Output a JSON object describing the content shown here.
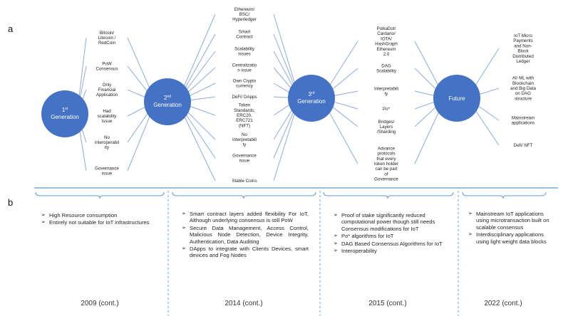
{
  "panel_a": "a",
  "panel_b": "b",
  "generations": [
    {
      "title_parts": [
        "1",
        "st",
        "Generation"
      ],
      "branches": [
        [
          "Bitcoin/",
          "Litecoin /",
          "RedCoin"
        ],
        [
          "PoW",
          "Consensus"
        ],
        [
          "Only",
          "Financial",
          "Application"
        ],
        [
          "Had",
          "scalability",
          "issue"
        ],
        [
          "No",
          "interoperabil",
          "ity"
        ],
        [
          "Governance",
          "issue"
        ]
      ]
    },
    {
      "title_parts": [
        "2",
        "nd",
        "Generation"
      ],
      "branches": [
        [
          "Ethereum/",
          "BSC/",
          "Hyperledger"
        ],
        [
          "Smart",
          "Contract"
        ],
        [
          "Scalability",
          "issues"
        ],
        [
          "Centralizatio",
          "n issue"
        ],
        [
          "Own Crypto",
          "currency"
        ],
        [
          "DeFi/ DApps"
        ],
        [
          "Token",
          "Standards,",
          "ERC20,",
          "ERC721",
          "(NFT)"
        ],
        [
          "No",
          "Interpretabili",
          "ty"
        ],
        [
          "Governance",
          "issue"
        ],
        [
          "Stable Coins"
        ]
      ]
    },
    {
      "title_parts": [
        "3",
        "rd",
        "Generation"
      ],
      "branches": [
        [
          "PolkaDot/",
          "Cardano/",
          "IOTA/",
          "HashGraph",
          "Ethereum",
          "2.0"
        ],
        [
          "DAG",
          "Scalability"
        ],
        [
          "Interpretabili",
          "ty"
        ],
        [
          "Po*"
        ],
        [
          "Bridges/",
          "Layers",
          "/Sharding"
        ],
        [
          "Advance",
          "protocols",
          "that every",
          "token holder",
          "can be part",
          "of",
          "Governance"
        ]
      ]
    },
    {
      "title_parts": [
        "Future",
        "",
        ""
      ],
      "branches": [
        [
          "IoT Micro",
          "Payments",
          "and Non-",
          "Block",
          "Distributed",
          "Ledger"
        ],
        [
          "AI/ ML with",
          "Blockchain",
          "and Big Data",
          "on DAG",
          "structure"
        ],
        [
          "Mainstream",
          "applications"
        ],
        [
          "Defi/ NFT"
        ]
      ]
    }
  ],
  "eras": [
    {
      "year": "2009 (cont.)",
      "items": [
        "High Resource consumption",
        "Entirely not suitable for IoT infrastructures"
      ]
    },
    {
      "year": "2014 (cont.)",
      "items": [
        "Smart contract layers added flexibility For IoT, Although underlying consensus is still PoW",
        "Secure Data Management, Access Control, Malicious Node Detection, Device Integrity, Authentication, Data Auditing",
        "DApps to integrate with Clients Devices, smart devices and Fog Nodes"
      ]
    },
    {
      "year": "2015 (cont.)",
      "items": [
        "Proof of stake significantly reduced computational power though still needs Consensus modifications for IoT",
        "Po* algorithms for IoT",
        "DAG Based Consensus Algorithms for IoT",
        "Interoperability"
      ]
    },
    {
      "year": "2022 (cont.)",
      "items": [
        "Mainstream IoT applications using microtransaction built on scalable consensus",
        "Interdisciplinary applications using light weight data blocks"
      ]
    }
  ],
  "colors": {
    "node": "#4472C4",
    "line": "#8FAADC",
    "divider": "#5B9BD5"
  }
}
